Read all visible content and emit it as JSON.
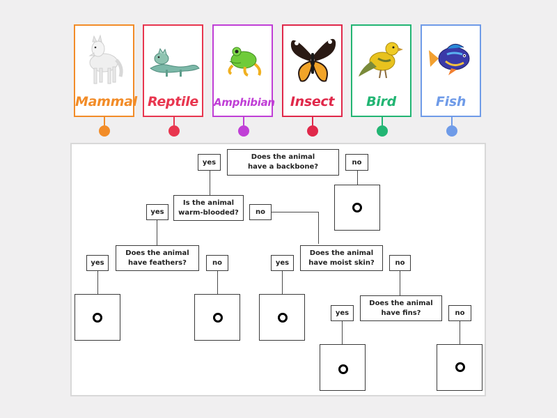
{
  "cards": [
    {
      "label": "Mammal",
      "color": "#f28c28",
      "icon": "white-wolf-icon"
    },
    {
      "label": "Reptile",
      "color": "#e8364f",
      "icon": "iguana-icon"
    },
    {
      "label": "Amphibian",
      "color": "#c03fd6",
      "icon": "green-frog-icon"
    },
    {
      "label": "Insect",
      "color": "#e0284a",
      "icon": "butterfly-icon"
    },
    {
      "label": "Bird",
      "color": "#22b573",
      "icon": "yellow-bird-icon"
    },
    {
      "label": "Fish",
      "color": "#6f9be8",
      "icon": "tropical-fish-icon"
    }
  ],
  "tree": {
    "q_backbone": "Does the animal\nhave a backbone?",
    "q_warm": "Is the animal\nwarm-blooded?",
    "q_feathers": "Does the animal\nhave feathers?",
    "q_moist": "Does the animal\nhave moist skin?",
    "q_fins": "Does the animal\nhave fins?",
    "yes": "yes",
    "no": "no"
  }
}
